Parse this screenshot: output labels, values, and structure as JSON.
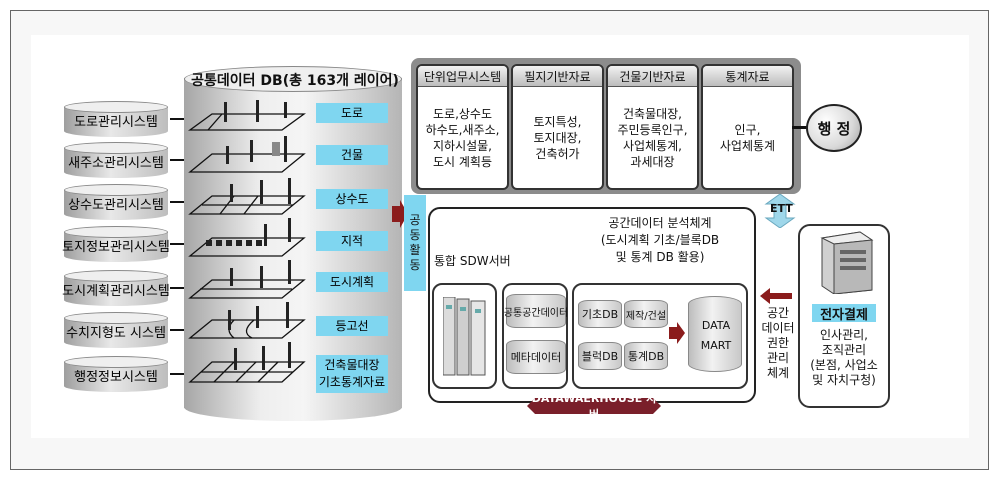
{
  "systems": [
    {
      "label": "도로관리시스템"
    },
    {
      "label": "새주소관리시스템"
    },
    {
      "label": "상수도관리시스템"
    },
    {
      "label": "토지정보관리시스템"
    },
    {
      "label": "도시계획관리시스템"
    },
    {
      "label": "수치지형도 시스템"
    },
    {
      "label": "행정정보시스템"
    }
  ],
  "db": {
    "title": "공통데이터 DB(총 163개 레이어)",
    "layers": [
      "도로",
      "건물",
      "상수도",
      "지적",
      "도시계획",
      "등고선",
      "건축물대장\n기초통계자료"
    ]
  },
  "top_boxes": [
    {
      "header": "단위업무시스템",
      "body": "도로,상수도\n하수도,새주소,\n지하시설물,\n도시 계획등"
    },
    {
      "header": "필지기반자료",
      "body": "토지특성,\n토지대장,\n건축허가"
    },
    {
      "header": "건물기반자료",
      "body": "건축물대장,\n주민등록인구,\n사업체통계,\n과세대장"
    },
    {
      "header": "통계자료",
      "body": "인구,\n사업체통계"
    }
  ],
  "haengjeong": "행 정",
  "ett": "ETT",
  "vbar_label": "공\n동\n활\n동",
  "analysis": {
    "title": "공간데이터 분석체계",
    "sub1": "(도시계획 기초/블록DB",
    "sub2": "및 통계 DB 활용)"
  },
  "sdw_label": "통합 SDW서버",
  "mini_db": {
    "common": "공통공간데이터",
    "meta": "메타데이터",
    "basic": "기초DB",
    "block": "블럭DB",
    "production": "제작/건설",
    "stats": "통계DB",
    "mart1": "DATA",
    "mart2": "MART"
  },
  "dw_bar": "DATAWAERHOUSE 서버",
  "side_label": "공간\n데이터\n권한\n관리\n체계",
  "ejb": {
    "title": "전자결제",
    "desc": "인사관리,\n조직관리\n(본점, 사업소\n및 자치구청)"
  },
  "colors": {
    "accent_cyan": "#7fd6f0",
    "arrow_red": "#8b1c1c",
    "dw_bar": "#7a1f2a"
  }
}
